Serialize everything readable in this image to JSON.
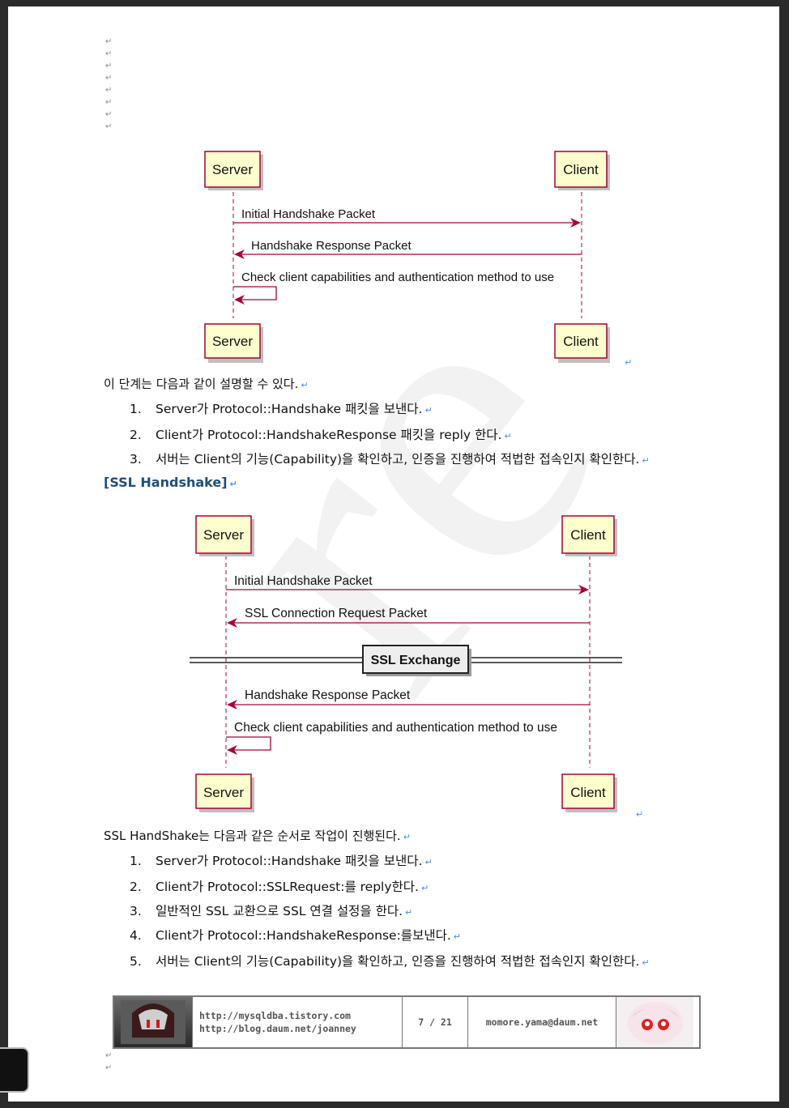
{
  "diagram1": {
    "server_top": "Server",
    "client_top": "Client",
    "msg1": "Initial Handshake Packet",
    "msg2": "Handshake Response Packet",
    "msg3": "Check client capabilities and authentication method to use",
    "server_bottom": "Server",
    "client_bottom": "Client"
  },
  "intro1": "이 단계는 다음과 같이 설명할 수 있다.",
  "list1": [
    {
      "num": "1.",
      "text": "Server가 Protocol::Handshake 패킷을 보낸다."
    },
    {
      "num": "2.",
      "text": "Client가 Protocol::HandshakeResponse 패킷을 reply 한다."
    },
    {
      "num": "3.",
      "text": "서버는 Client의 기능(Capability)을 확인하고, 인증을 진행하여 적법한 접속인지 확인한다."
    }
  ],
  "heading": "[SSL Handshake]",
  "diagram2": {
    "server_top": "Server",
    "client_top": "Client",
    "msg1": "Initial Handshake Packet",
    "msg2": "SSL Connection Request Packet",
    "divider": "SSL Exchange",
    "msg3": "Handshake Response Packet",
    "msg4": "Check client capabilities and authentication method to use",
    "server_bottom": "Server",
    "client_bottom": "Client"
  },
  "intro2": "SSL HandShake는 다음과 같은 순서로 작업이 진행된다.",
  "list2": [
    {
      "num": "1.",
      "text": "Server가 Protocol::Handshake 패킷을 보낸다."
    },
    {
      "num": "2.",
      "text": "Client가 Protocol::SSLRequest:를 reply한다."
    },
    {
      "num": "3.",
      "text": "일반적인 SSL 교환으로 SSL 연결 설정을 한다."
    },
    {
      "num": "4.",
      "text": "Client가 Protocol::HandshakeResponse:를보낸다."
    },
    {
      "num": "5.",
      "text": "서버는 Client의 기능(Capability)을 확인하고, 인증을 진행하여 적법한 접속인지 확인한다."
    }
  ],
  "footer": {
    "url1": "http://mysqldba.tistory.com",
    "url2": "http://blog.daum.net/joanney",
    "page": "7 / 21",
    "email": "momore.yama@daum.net"
  },
  "paragraph_mark": "↵",
  "colors": {
    "heading": "#1f4e79",
    "arrow": "#a8164f",
    "participant_fill": "#fefece",
    "participant_border": "#a80036"
  }
}
